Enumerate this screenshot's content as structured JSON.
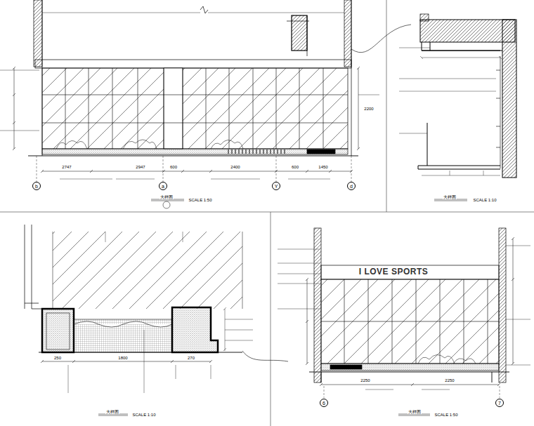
{
  "diagram": {
    "nodes": [
      {
        "text": [
          "b"
        ]
      },
      {
        "text": [
          "a"
        ]
      },
      {
        "text": [
          "Y"
        ]
      },
      {
        "text": [
          "d"
        ]
      },
      {
        "text": [
          "6"
        ]
      },
      {
        "text": [
          "7"
        ]
      }
    ],
    "labels": [
      "2747",
      "2947",
      "600",
      "2400",
      "600",
      "1450",
      "2200",
      "大样图",
      "SCALE 1:50",
      "大样图",
      "SCALE 1:10",
      "250",
      "1800",
      "270",
      "大样图",
      "SCALE 1:10",
      "I LOVE SPORTS",
      "2250",
      "2250",
      "大样图",
      "SCALE 1:50"
    ]
  }
}
